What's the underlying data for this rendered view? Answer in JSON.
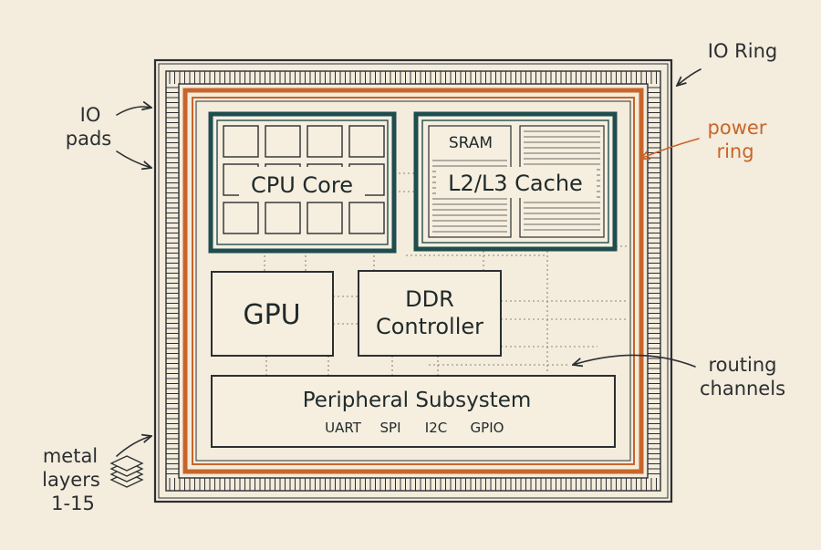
{
  "labels": {
    "io_ring": "IO Ring",
    "io_pads_line1": "IO",
    "io_pads_line2": "pads",
    "power_ring_line1": "power",
    "power_ring_line2": "ring",
    "routing_line1": "routing",
    "routing_line2": "channels",
    "metal_line1": "metal",
    "metal_line2": "layers",
    "metal_line3": "1-15"
  },
  "blocks": {
    "cpu": "CPU Core",
    "cache": "L2/L3 Cache",
    "sram": "SRAM",
    "gpu": "GPU",
    "ddr_line1": "DDR",
    "ddr_line2": "Controller",
    "peripheral": "Peripheral Subsystem",
    "interfaces": [
      "UART",
      "SPI",
      "I2C",
      "GPIO"
    ]
  },
  "colors": {
    "background": "#f4ecdc",
    "ink": "#1f2a2a",
    "teal": "#1e4d4f",
    "orange": "#c8652a",
    "block_fill": "#f6eedf"
  }
}
